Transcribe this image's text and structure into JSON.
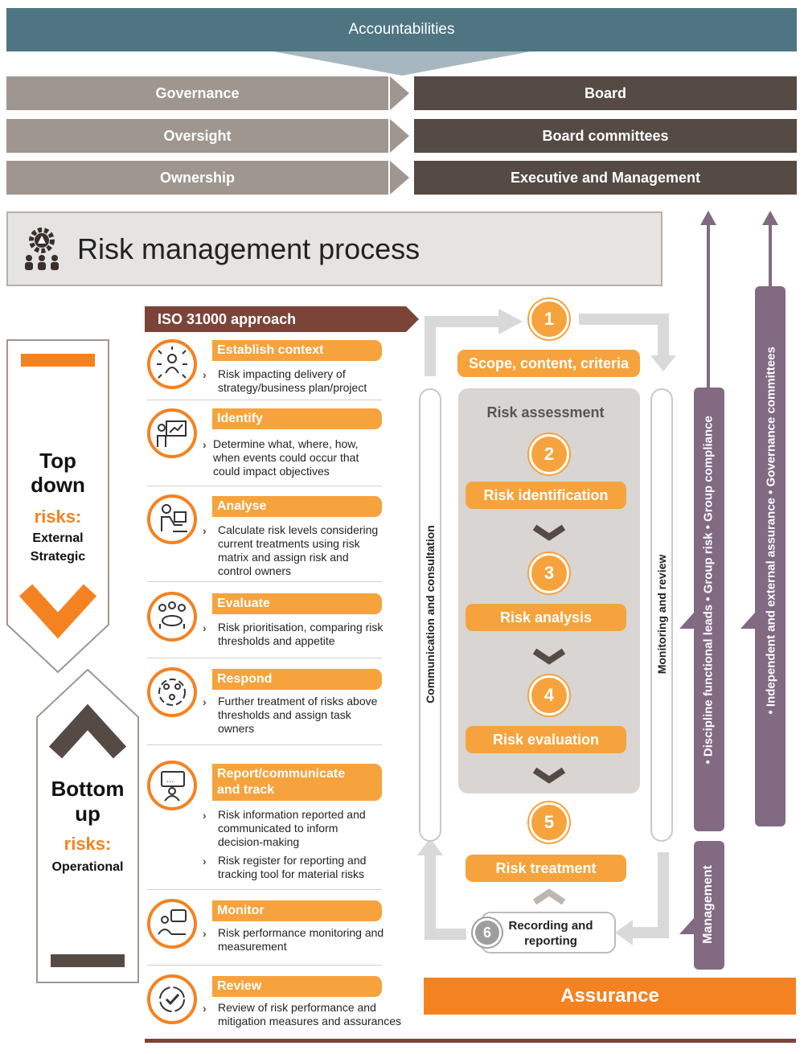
{
  "accountabilities": "Accountabilities",
  "levels": [
    {
      "left": "Governance",
      "right": "Board"
    },
    {
      "left": "Oversight",
      "right": "Board committees"
    },
    {
      "left": "Ownership",
      "right": "Executive and Management"
    }
  ],
  "process_title": "Risk management process",
  "iso_label": "ISO 31000 approach",
  "top_down": {
    "line1": "Top",
    "line2": "down",
    "risks": "risks:",
    "cat1": "External",
    "cat2": "Strategic"
  },
  "bottom_up": {
    "line1": "Bottom",
    "line2": "up",
    "risks": "risks:",
    "cat1": "Operational"
  },
  "steps": [
    {
      "label": "Establish context",
      "desc": "Risk impacting delivery of strategy/business plan/project",
      "icon": "people-network-icon"
    },
    {
      "label": "Identify",
      "desc": "Determine what, where, how, when events could occur that could impact objectives",
      "icon": "presentation-icon"
    },
    {
      "label": "Analyse",
      "desc": "Calculate risk levels considering current treatments using risk matrix and assign risk and control owners",
      "icon": "person-at-desk-icon"
    },
    {
      "label": "Evaluate",
      "desc": "Risk prioritisation, comparing risk thresholds and appetite",
      "icon": "meeting-icon"
    },
    {
      "label": "Respond",
      "desc": "Further treatment of risks above thresholds and assign task owners",
      "icon": "team-cycle-icon"
    },
    {
      "label": "Report/communicate and track",
      "label1": "Report/communicate",
      "label2": "and track",
      "desc": "Risk information reported and communicated to inform decision-making",
      "desc2": "Risk register for reporting and tracking tool for material risks",
      "icon": "chat-icon"
    },
    {
      "label": "Monitor",
      "desc": "Risk performance monitoring and measurement",
      "icon": "monitor-person-icon"
    },
    {
      "label": "Review",
      "desc": "Review of risk performance and mitigation measures and assurances",
      "icon": "review-check-icon"
    }
  ],
  "cycle": {
    "n1": "1",
    "scope": "Scope, content, criteria",
    "assessment": "Risk assessment",
    "n2": "2",
    "identification": "Risk identification",
    "n3": "3",
    "analysis": "Risk analysis",
    "n4": "4",
    "evaluation": "Risk evaluation",
    "n5": "5",
    "treatment": "Risk treatment",
    "n6": "6",
    "recording1": "Recording and",
    "recording2": "reporting",
    "comm": "Communication and consultation",
    "monitor": "Monitoring and review"
  },
  "side": {
    "bar1": "• Discipline functional leads • Group risk • Group compliance",
    "bar2": "• Independent and external assurance • Governance committees",
    "management": "Management"
  },
  "assurance": "Assurance",
  "colors": {
    "orange": "#f6a33d",
    "dark_orange": "#f58220",
    "teal": "#4f7583",
    "taupe": "#9f968f",
    "dark_brown": "#554a44",
    "purple": "#826a83",
    "brown_red": "#7c4439"
  }
}
